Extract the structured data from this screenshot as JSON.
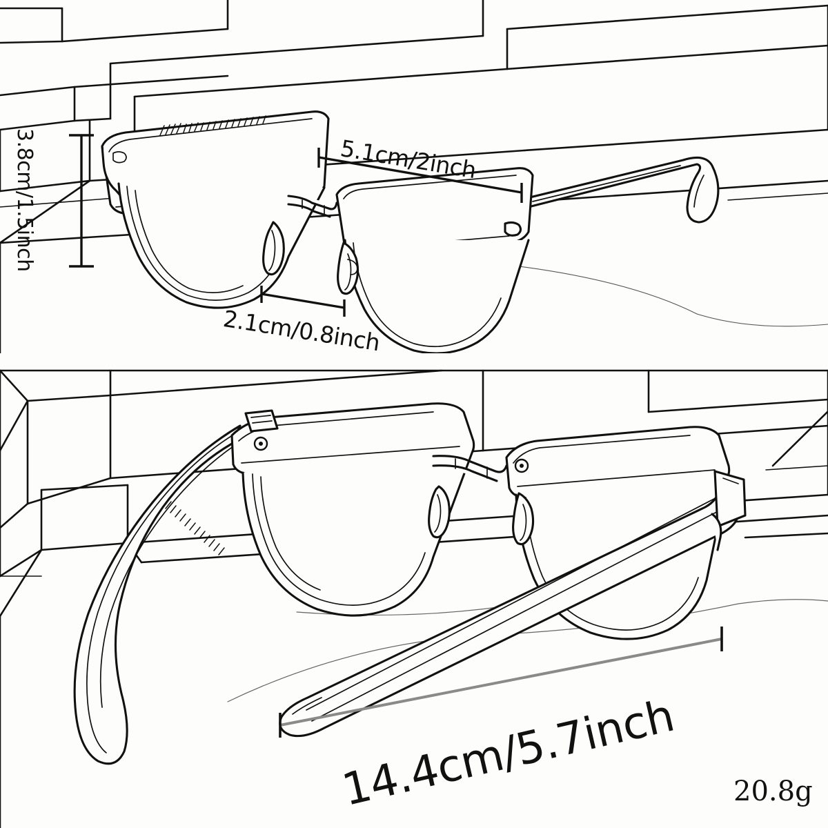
{
  "image": {
    "type": "product-dimension-infographic",
    "subject": "eyeglasses-browline-frame",
    "background_color": "#fdfdfb",
    "line_color": "#111111",
    "dimension_line_color_secondary": "#808080",
    "panels": 2
  },
  "panels": {
    "top": {
      "name": "front-three-quarter-view",
      "scene": "line-art stairs with glasses resting on a step"
    },
    "bottom": {
      "name": "rear-three-quarter-view",
      "scene": "line-art stairs with folded glasses resting on a step"
    }
  },
  "dimensions": {
    "lens_height": {
      "label": "3.8cm/1.5inch",
      "orientation": "vertical",
      "cm": 3.8,
      "inch": 1.5
    },
    "lens_width": {
      "label": "5.1cm/2inch",
      "orientation": "horizontal",
      "cm": 5.1,
      "inch": 2
    },
    "bridge_width": {
      "label": "2.1cm/0.8inch",
      "orientation": "horizontal",
      "cm": 2.1,
      "inch": 0.8
    },
    "temple_length": {
      "label": "14.4cm/5.7inch",
      "orientation": "diagonal",
      "cm": 14.4,
      "inch": 5.7
    }
  },
  "weight": {
    "label": "20.8g",
    "grams": 20.8
  },
  "engraving": {
    "temple_top_panel": "",
    "temple_bottom_panel": ""
  }
}
